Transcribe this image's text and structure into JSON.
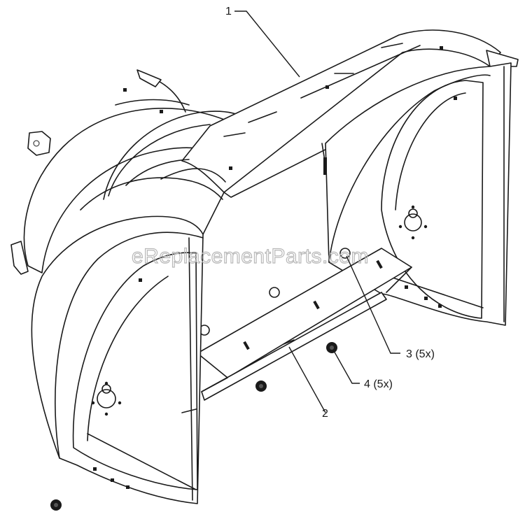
{
  "watermark": "eReplacementParts.com",
  "callouts": [
    {
      "id": "1",
      "label": "1"
    },
    {
      "id": "2",
      "label": "2"
    },
    {
      "id": "3",
      "label": "3 (5x)"
    },
    {
      "id": "4",
      "label": "4 (5x)"
    }
  ]
}
